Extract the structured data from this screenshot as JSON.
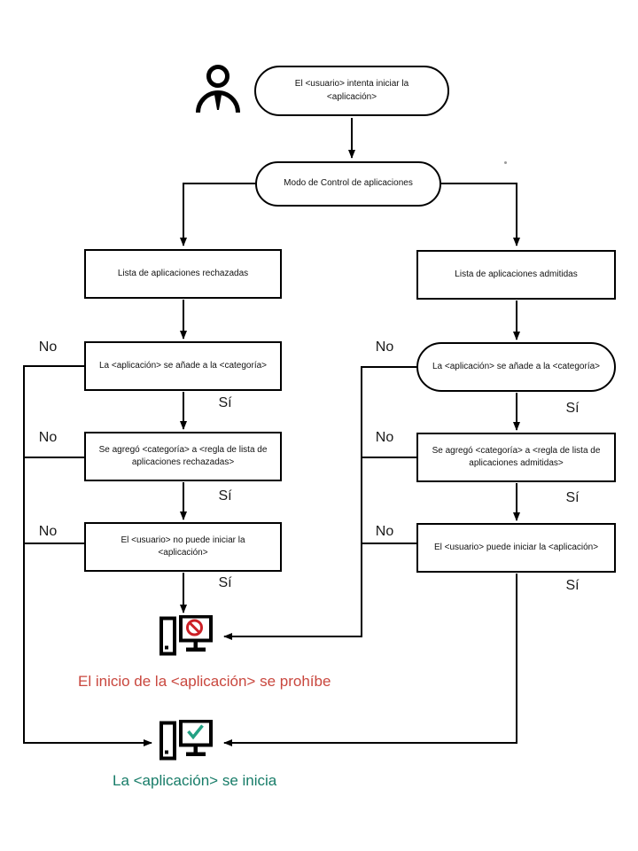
{
  "flowchart": {
    "start_node": "El <usuario> intenta iniciar la <aplicación>",
    "mode_node": "Modo de Control de aplicaciones",
    "deny": {
      "list_node": "Lista de aplicaciones rechazadas",
      "category_node": "La <aplicación> se añade a la <categoría>",
      "rule_node": "Se agregó <categoría> a <regla de lista de aplicaciones rechazadas>",
      "result_node": "El <usuario> no puede iniciar la <aplicación>"
    },
    "allow": {
      "list_node": "Lista de aplicaciones admitidas",
      "category_node": "La <aplicación> se añade a la <categoría>",
      "rule_node": "Se agregó <categoría> a <regla de lista de aplicaciones admitidas>",
      "result_node": "El <usuario> puede iniciar la <aplicación>"
    },
    "branch_labels": {
      "no": "No",
      "yes": "Sí"
    },
    "outcomes": {
      "blocked": "El inicio de la <aplicación> se prohíbe",
      "started": "La <aplicación> se inicia"
    },
    "colors": {
      "connector": "#000000",
      "node_border": "#000000",
      "blocked_text": "#c9473e",
      "blocked_badge": "#cc2026",
      "started_text": "#177c68",
      "started_badge": "#23a184"
    },
    "icons": {
      "user": "user-icon",
      "blocked_computer": "computer-blocked-icon",
      "started_computer": "computer-ok-icon"
    }
  }
}
